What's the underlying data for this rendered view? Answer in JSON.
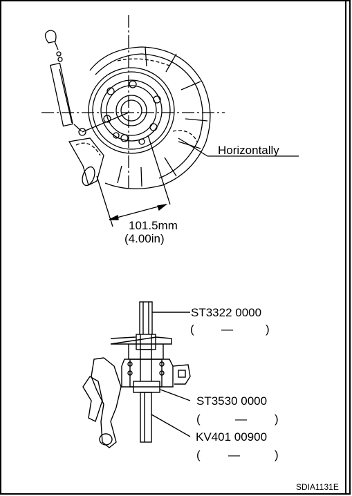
{
  "top_diagram": {
    "callout_horizontally": "Horizontally",
    "dimension_mm": "101.5mm",
    "dimension_in": "(4.00in)"
  },
  "bottom_diagram": {
    "tool_1": {
      "part_number": "ST3322 0000",
      "alt_open": "(",
      "alt_dash": "—",
      "alt_close": ")"
    },
    "tool_2": {
      "part_number": "ST3530 0000",
      "alt_open": "(",
      "alt_dash": "—",
      "alt_close": ")"
    },
    "tool_3": {
      "part_number": "KV401 00900",
      "alt_open": "(",
      "alt_dash": "—",
      "alt_close": ")"
    }
  },
  "figure_code": "SDIA1131E"
}
